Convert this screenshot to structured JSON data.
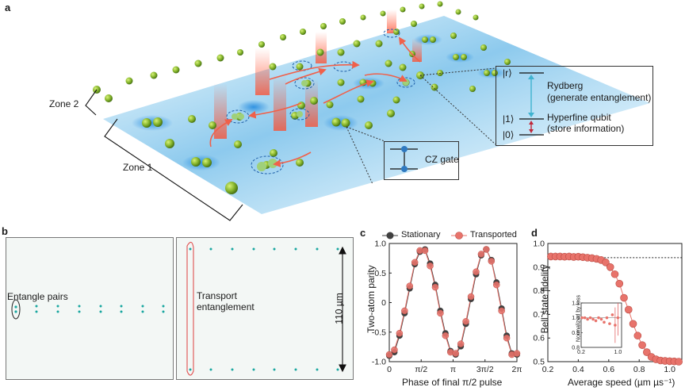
{
  "panel_labels": {
    "a": "a",
    "b": "b",
    "c": "c",
    "d": "d"
  },
  "panel_a": {
    "zone1": "Zone 1",
    "zone2": "Zone 2",
    "cz_gate": "CZ gate",
    "level_r": "|r⟩",
    "level_1": "|1⟩",
    "level_0": "|0⟩",
    "rydberg_line1": "Rydberg",
    "rydberg_line2": "(generate entanglement)",
    "hyperfine_line1": "Hyperfine qubit",
    "hyperfine_line2": "(store information)"
  },
  "panel_b": {
    "entangle_pairs": "Entangle pairs",
    "transport_line1": "Transport",
    "transport_line2": "entanglement",
    "scale": "110 µm"
  },
  "chart_data": [
    {
      "id": "c",
      "type": "line",
      "xlabel": "Phase of final π/2 pulse",
      "ylabel": "Two-atom parity",
      "xlim": [
        0,
        6.2832
      ],
      "ylim": [
        -1,
        1
      ],
      "x_ticks": [
        "0",
        "π/2",
        "π",
        "3π/2",
        "2π"
      ],
      "y_ticks": [
        "-1.0",
        "-0.5",
        "0",
        "0.5",
        "1.0"
      ],
      "legend": [
        "Stationary",
        "Transported"
      ],
      "legend_position": "top",
      "series": [
        {
          "name": "Stationary",
          "color": "#404040",
          "x": [
            0,
            0.2513,
            0.5027,
            0.754,
            1.0053,
            1.2566,
            1.508,
            1.7593,
            2.0106,
            2.2619,
            2.5133,
            2.7646,
            3.0159,
            3.2673,
            3.5186,
            3.7699,
            4.0212,
            4.2726,
            4.5239,
            4.7752,
            5.0265,
            5.2779,
            5.5292,
            5.7805,
            6.0319,
            6.2832
          ],
          "y": [
            -0.9,
            -0.84,
            -0.56,
            -0.18,
            0.24,
            0.65,
            0.86,
            0.9,
            0.66,
            0.3,
            -0.14,
            -0.52,
            -0.82,
            -0.88,
            -0.74,
            -0.36,
            0.06,
            0.48,
            0.8,
            0.9,
            0.72,
            0.34,
            -0.1,
            -0.56,
            -0.86,
            -0.88
          ]
        },
        {
          "name": "Transported",
          "color": "#e8736b",
          "x": [
            0,
            0.2513,
            0.5027,
            0.754,
            1.0053,
            1.2566,
            1.508,
            1.7593,
            2.0106,
            2.2619,
            2.5133,
            2.7646,
            3.0159,
            3.2673,
            3.5186,
            3.7699,
            4.0212,
            4.2726,
            4.5239,
            4.7752,
            5.0265,
            5.2779,
            5.5292,
            5.7805,
            6.0319,
            6.2832
          ],
          "y": [
            -0.88,
            -0.8,
            -0.52,
            -0.14,
            0.28,
            0.68,
            0.88,
            0.88,
            0.62,
            0.26,
            -0.18,
            -0.56,
            -0.84,
            -0.86,
            -0.7,
            -0.32,
            0.1,
            0.52,
            0.82,
            0.9,
            0.7,
            0.3,
            -0.14,
            -0.6,
            -0.88,
            -0.86
          ]
        }
      ]
    },
    {
      "id": "d",
      "type": "scatter",
      "xlabel": "Average speed (µm µs⁻¹)",
      "ylabel": "Bell state fidelity",
      "xlim": [
        0.2,
        1.08
      ],
      "ylim": [
        0.5,
        1.0
      ],
      "x_ticks": [
        "0.2",
        "0.4",
        "0.6",
        "0.8",
        "1.0"
      ],
      "y_ticks": [
        "0.5",
        "0.6",
        "0.7",
        "0.8",
        "0.9",
        "1.0"
      ],
      "reference_line": 0.94,
      "series": [
        {
          "name": "",
          "color": "#e8736b",
          "x": [
            0.22,
            0.25,
            0.28,
            0.31,
            0.34,
            0.37,
            0.4,
            0.43,
            0.46,
            0.49,
            0.52,
            0.55,
            0.58,
            0.61,
            0.64,
            0.67,
            0.7,
            0.73,
            0.76,
            0.79,
            0.82,
            0.85,
            0.88,
            0.91,
            0.94,
            0.97,
            1.0,
            1.03,
            1.06
          ],
          "y": [
            0.945,
            0.945,
            0.945,
            0.944,
            0.945,
            0.943,
            0.944,
            0.942,
            0.94,
            0.938,
            0.935,
            0.93,
            0.92,
            0.9,
            0.87,
            0.83,
            0.77,
            0.72,
            0.66,
            0.61,
            0.57,
            0.54,
            0.52,
            0.51,
            0.505,
            0.503,
            0.502,
            0.501,
            0.5
          ]
        }
      ],
      "inset": {
        "ylabel": "Normalized by loss",
        "x_ticks": [
          "0.2",
          "1.0"
        ],
        "y_ticks": [
          "0.8",
          "0.9",
          "1.0",
          "1.1"
        ],
        "xlim": [
          0.2,
          1.08
        ],
        "ylim": [
          0.8,
          1.1
        ],
        "series": {
          "x": [
            0.22,
            0.28,
            0.34,
            0.4,
            0.46,
            0.52,
            0.58,
            0.64,
            0.7,
            0.76,
            0.82,
            0.88,
            0.94,
            1.0
          ],
          "y": [
            1.0,
            1.0,
            0.99,
            1.0,
            0.99,
            0.98,
            1.0,
            0.99,
            0.97,
            1.0,
            0.96,
            1.02,
            0.95,
            1.0
          ]
        }
      }
    }
  ]
}
